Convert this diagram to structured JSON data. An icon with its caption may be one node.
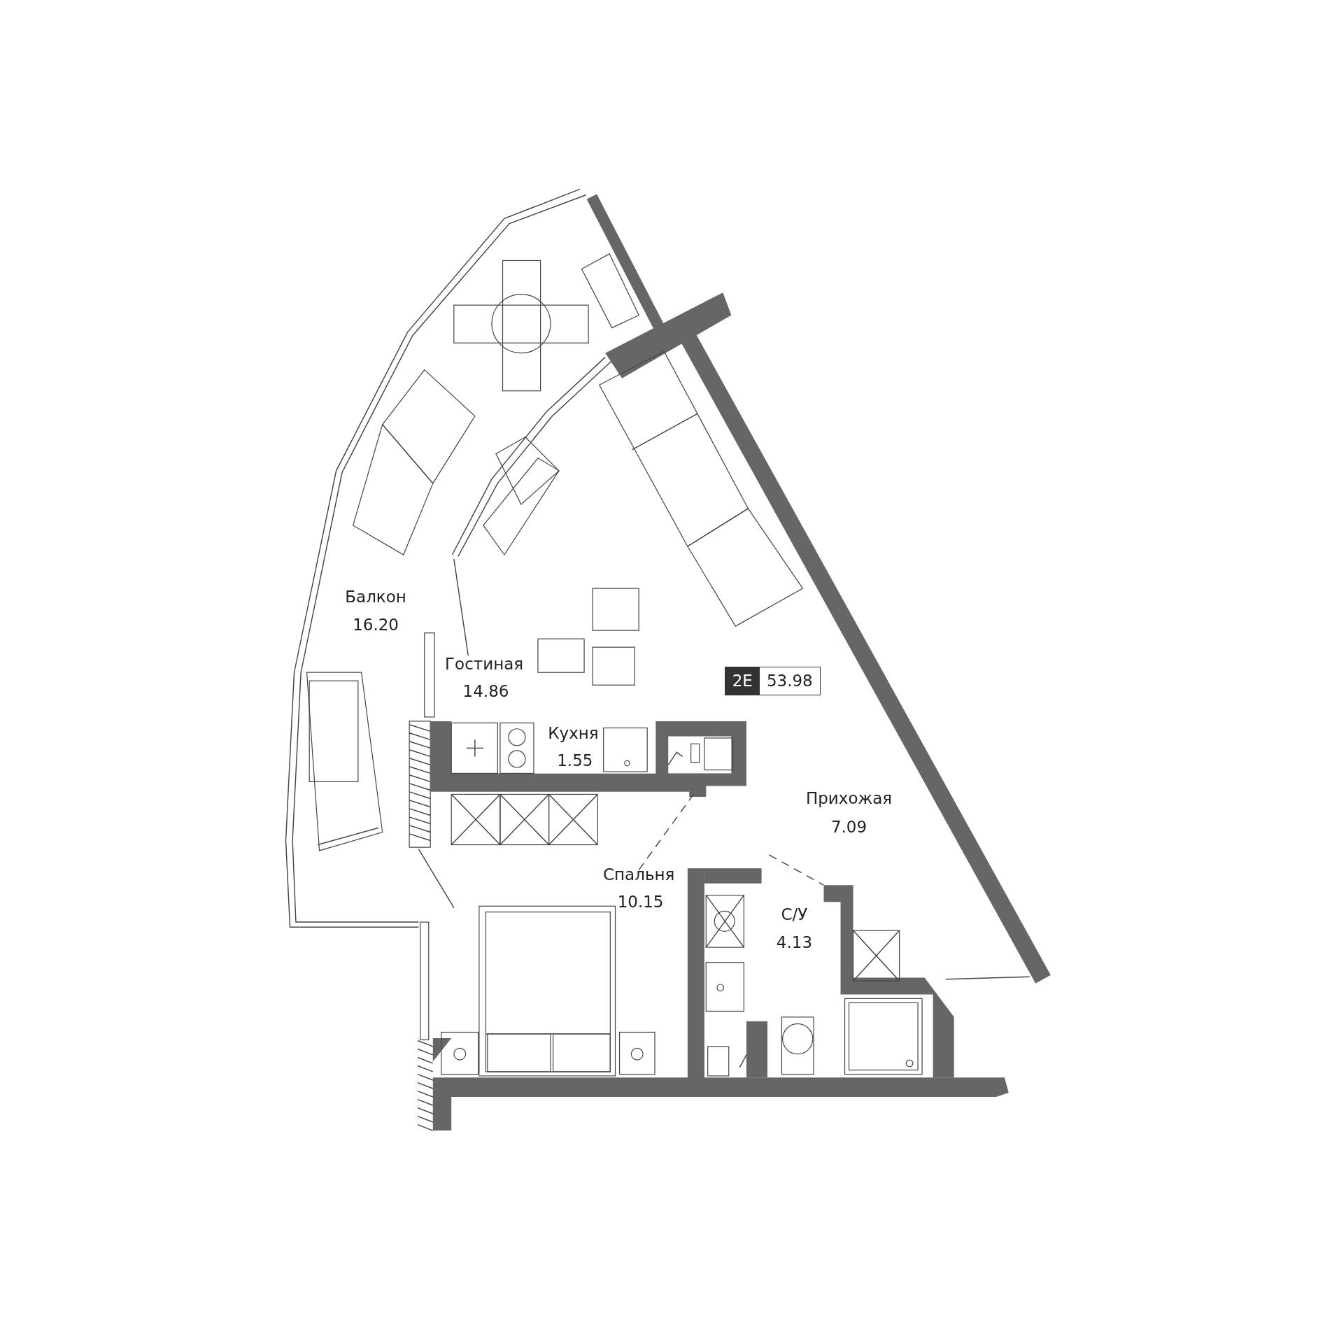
{
  "diagram": {
    "nodes": [
      {
        "text": [
          "2E",
          "53.98"
        ]
      }
    ],
    "labels": [
      "Балкон",
      "16.20",
      "Гостиная",
      "14.86",
      "Кухня",
      "1.55",
      "Прихожая",
      "7.09",
      "Спальня",
      "10.15",
      "С/У",
      "4.13"
    ]
  }
}
